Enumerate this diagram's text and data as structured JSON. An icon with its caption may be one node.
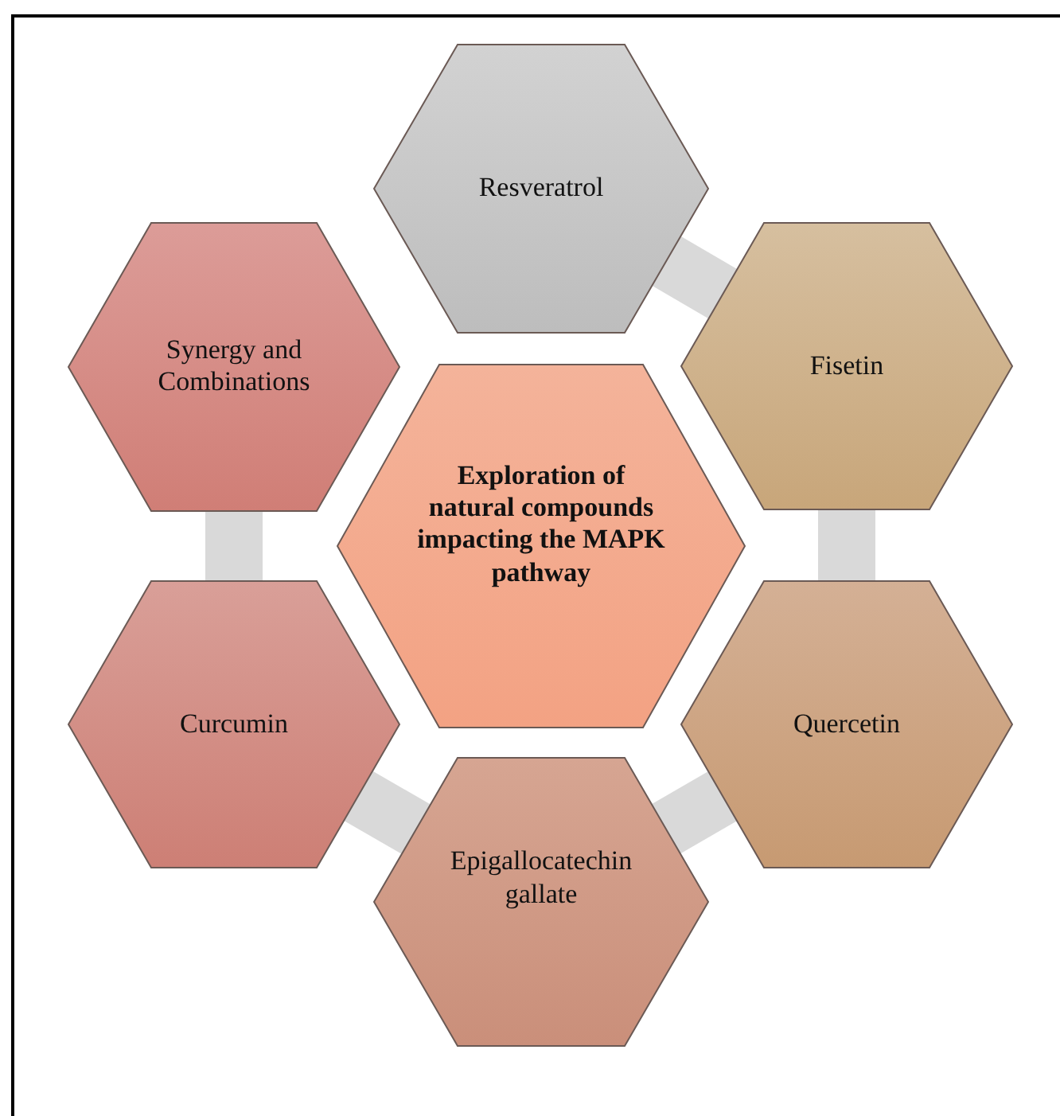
{
  "diagram": {
    "nodes": [
      {
        "text": [
          "Resveratrol"
        ]
      },
      {
        "text": [
          "Synergy and Combinations"
        ]
      },
      {
        "text": [
          "Fisetin"
        ]
      },
      {
        "text": [
          "Exploration of natural compounds impacting the MAPK pathway"
        ]
      },
      {
        "text": [
          "Curcumin"
        ]
      },
      {
        "text": [
          "Quercetin"
        ]
      },
      {
        "text": [
          "Epigallocatechin gallate"
        ]
      }
    ],
    "edges": [
      {
        "from": 0,
        "to": 2,
        "arrow": "none"
      },
      {
        "from": 2,
        "to": 5,
        "arrow": "none"
      },
      {
        "from": 5,
        "to": 6,
        "arrow": "none"
      },
      {
        "from": 6,
        "to": 4,
        "arrow": "none"
      },
      {
        "from": 4,
        "to": 1,
        "arrow": "none"
      }
    ]
  }
}
